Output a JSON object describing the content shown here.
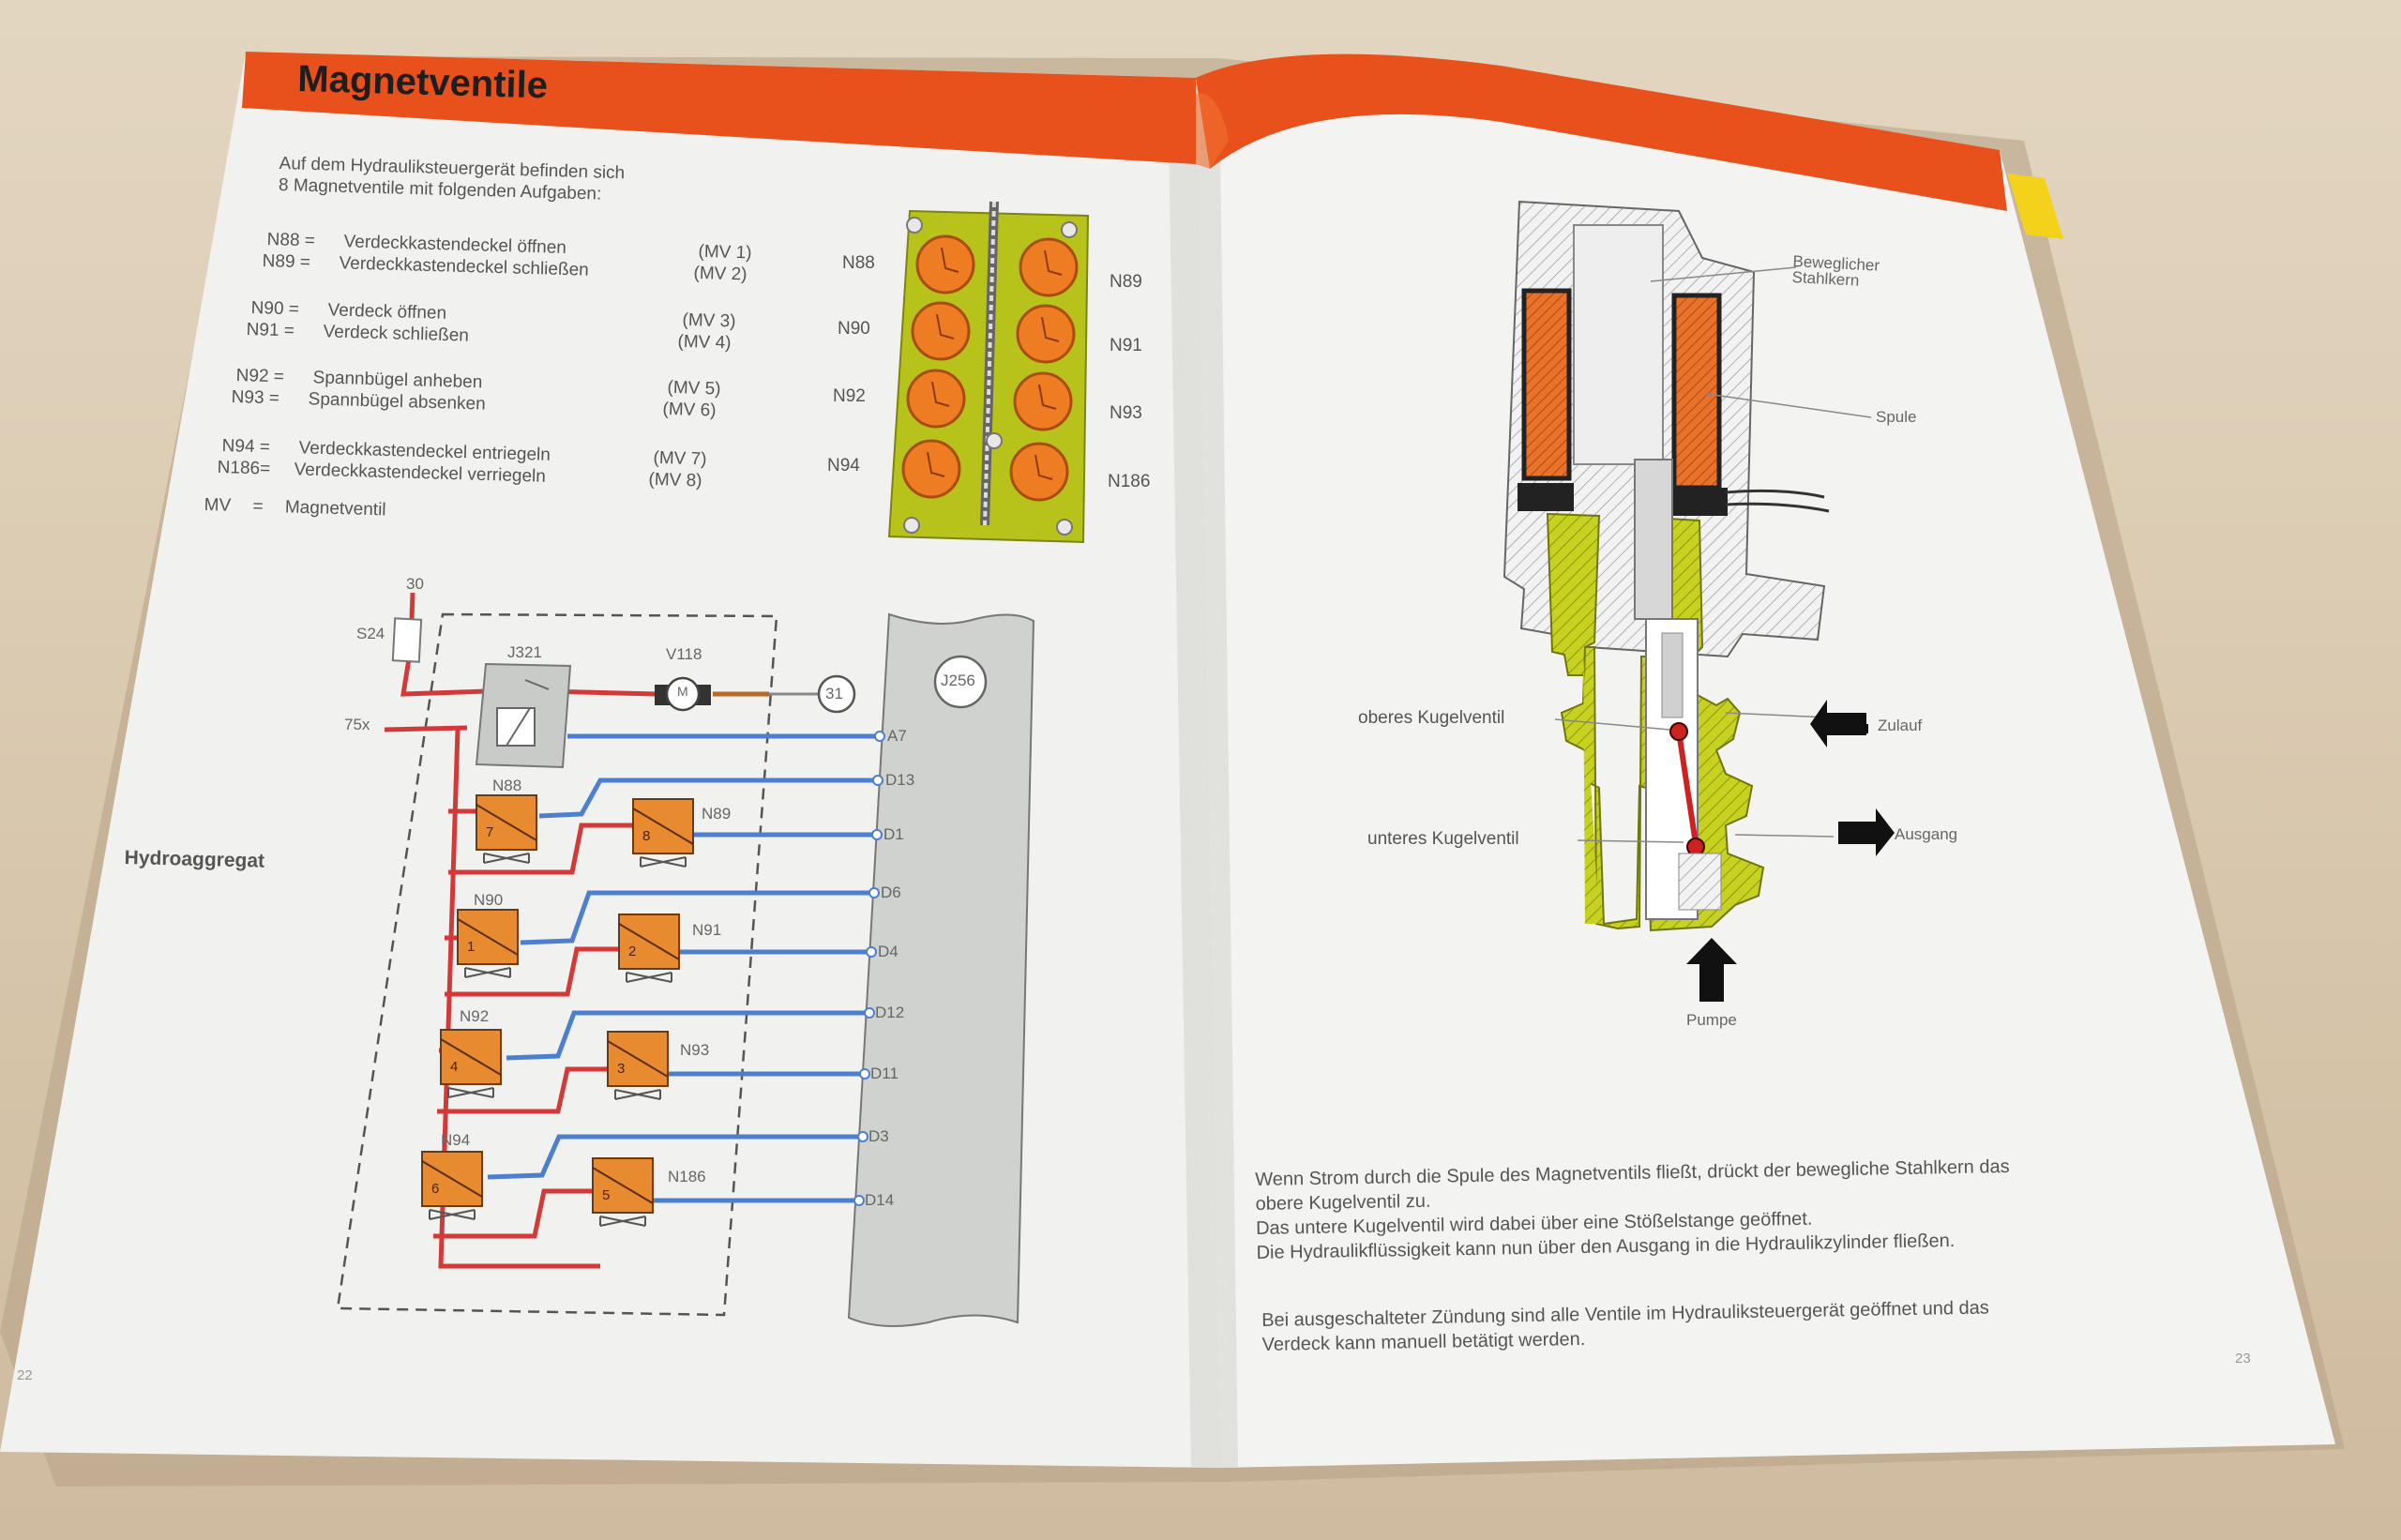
{
  "page_left": {
    "title": "Magnetventile",
    "intro": "Auf dem Hydrauliksteuergerät befinden sich\n8 Magnetventile mit folgenden Aufgaben:",
    "valves": [
      {
        "code": "N88 =",
        "text": "Verdeckkastendeckel öffnen",
        "mv": "(MV 1)"
      },
      {
        "code": "N89 =",
        "text": "Verdeckkastendeckel schließen",
        "mv": "(MV 2)"
      },
      {
        "code": "N90 =",
        "text": "Verdeck öffnen",
        "mv": "(MV 3)"
      },
      {
        "code": "N91 =",
        "text": "Verdeck schließen",
        "mv": "(MV 4)"
      },
      {
        "code": "N92 =",
        "text": "Spannbügel anheben",
        "mv": "(MV 5)"
      },
      {
        "code": "N93 =",
        "text": "Spannbügel absenken",
        "mv": "(MV 6)"
      },
      {
        "code": "N94 =",
        "text": "Verdeckkastendeckel entriegeln",
        "mv": "(MV 7)"
      },
      {
        "code": "N186=",
        "text": "Verdeckkastendeckel verriegeln",
        "mv": "(MV 8)"
      }
    ],
    "mv_legend": {
      "code": "MV",
      "eq": "=",
      "text": "Magnetventil"
    },
    "block_labels": {
      "left": [
        "N88",
        "N90",
        "N92",
        "N94"
      ],
      "right": [
        "N89",
        "N91",
        "N93",
        "N186"
      ]
    },
    "circuit": {
      "terminals": [
        "30",
        "75x",
        "31"
      ],
      "fuse": "S24",
      "relay": "J321",
      "motor": "V118",
      "motor_symbol": "M",
      "controller": "J256",
      "pins": [
        "A7",
        "D13",
        "D1",
        "D6",
        "D4",
        "D12",
        "D11",
        "D3",
        "D14"
      ],
      "valves": [
        {
          "name": "N88",
          "num": "7"
        },
        {
          "name": "N89",
          "num": "8"
        },
        {
          "name": "N90",
          "num": "1"
        },
        {
          "name": "N91",
          "num": "2"
        },
        {
          "name": "N92",
          "num": "4"
        },
        {
          "name": "N93",
          "num": "3"
        },
        {
          "name": "N94",
          "num": "6"
        },
        {
          "name": "N186",
          "num": "5"
        }
      ]
    },
    "side_label": "Hydroaggregat",
    "page_number": "22"
  },
  "page_right": {
    "callouts": {
      "core": "Beweglicher\nStahlkern",
      "coil": "Spule",
      "upper_valve": "oberes Kugelventil",
      "lower_valve": "unteres Kugelventil",
      "inlet": "Zulauf",
      "outlet": "Ausgang",
      "pump": "Pumpe"
    },
    "paragraph1": "Wenn Strom durch die Spule des Magnetventils fließt, drückt der bewegliche Stahlkern das\nobere Kugelventil zu.\nDas untere Kugelventil wird dabei über eine Stößelstange geöffnet.\nDie Hydraulikflüssigkeit kann nun über den Ausgang in die Hydraulikzylinder fließen.",
    "paragraph2": "Bei ausgeschalteter Zündung sind alle Ventile im Hydrauliksteuergerät geöffnet und das\nVerdeck kann manuell betätigt werden.",
    "page_number": "23"
  },
  "colors": {
    "header_orange": "#e8501c",
    "coil_orange": "#ee7c22",
    "block_green": "#b7c31a",
    "wire_red": "#d23a3a",
    "wire_blue": "#4d7fcf",
    "valve_orange": "#e88a30"
  }
}
